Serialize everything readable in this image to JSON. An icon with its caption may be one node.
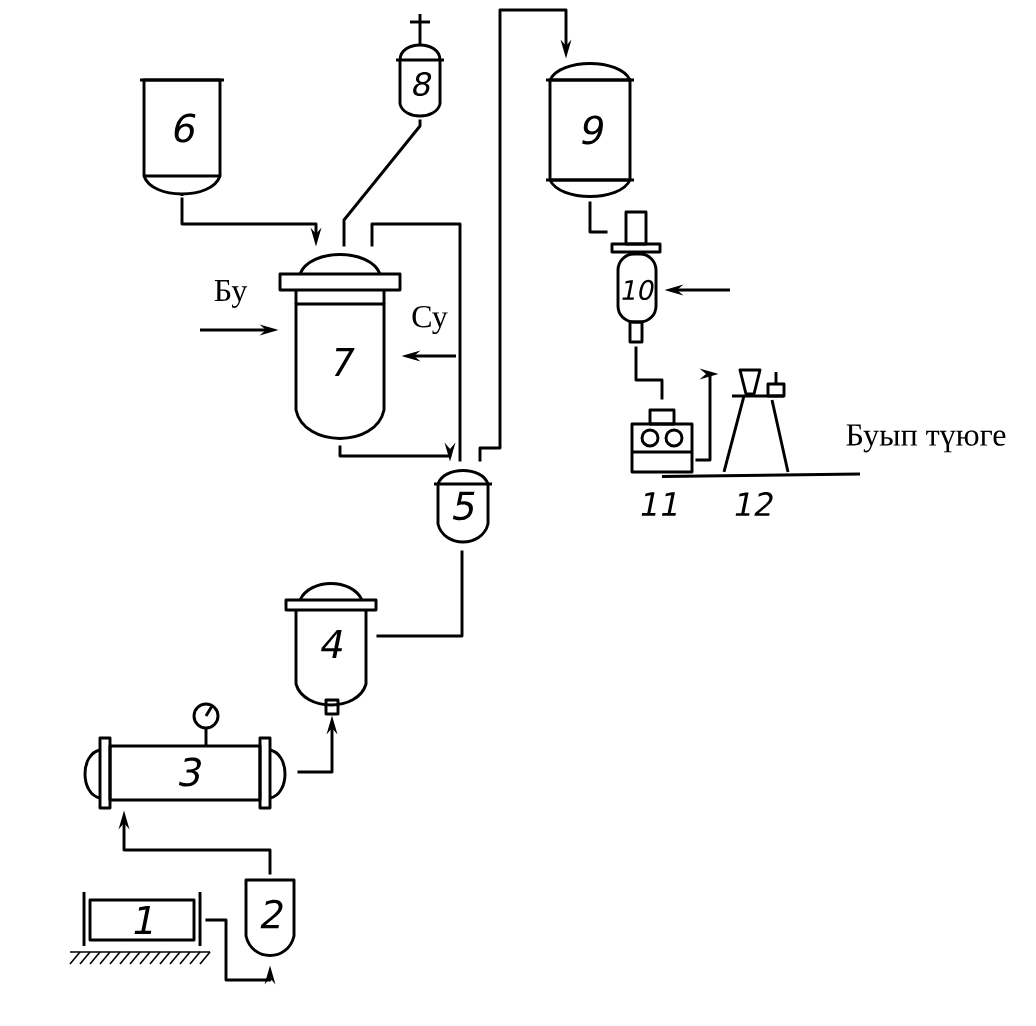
{
  "diagram": {
    "nodes": [
      {
        "text": [
          "6"
        ]
      },
      {
        "text": [
          "8"
        ]
      },
      {
        "text": [
          "7"
        ]
      },
      {
        "text": [
          "9"
        ]
      },
      {
        "text": [
          "10"
        ]
      },
      {
        "text": [
          "5"
        ]
      },
      {
        "text": [
          "11"
        ]
      },
      {
        "text": [
          "12"
        ]
      },
      {
        "text": [
          "4"
        ]
      },
      {
        "text": [
          "3"
        ]
      },
      {
        "text": [
          "2"
        ]
      },
      {
        "text": [
          "1"
        ]
      }
    ],
    "edges": [
      {
        "from": 0,
        "to": 2,
        "arrow": "to"
      },
      {
        "from": 1,
        "to": 2,
        "arrow": "none"
      },
      {
        "from": 2,
        "to": 5,
        "arrow": "to"
      },
      {
        "from": 5,
        "to": 2,
        "arrow": "none"
      },
      {
        "from": 5,
        "to": 3,
        "arrow": "to"
      },
      {
        "from": 3,
        "to": 4,
        "arrow": "none"
      },
      {
        "from": 4,
        "to": 6,
        "arrow": "none"
      },
      {
        "from": 6,
        "to": 7,
        "arrow": "to"
      },
      {
        "from": 11,
        "to": 10,
        "arrow": "to"
      },
      {
        "from": 10,
        "to": 9,
        "arrow": "to"
      },
      {
        "from": 9,
        "to": 8,
        "arrow": "to"
      },
      {
        "from": 8,
        "to": 5,
        "arrow": "none"
      },
      {
        "from": null,
        "to": 2,
        "arrow": "to",
        "label": "Бу"
      },
      {
        "from": null,
        "to": 2,
        "arrow": "to",
        "label": "Су"
      },
      {
        "from": null,
        "to": 4,
        "arrow": "to"
      },
      {
        "from": 6,
        "to": null,
        "arrow": "none",
        "label": "Буып түюге"
      }
    ]
  }
}
